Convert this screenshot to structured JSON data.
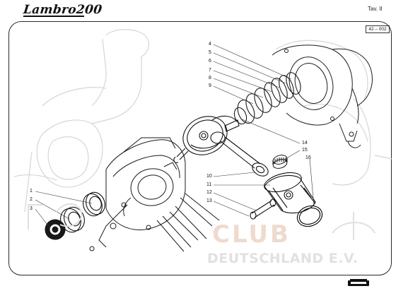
{
  "header": {
    "brand": "Lambro200",
    "plate": "Tav. II",
    "code": "42 – 002"
  },
  "callouts": [
    "1",
    "2",
    "3",
    "4",
    "5",
    "6",
    "7",
    "8",
    "9",
    "10",
    "11",
    "12",
    "13",
    "14",
    "15",
    "16"
  ],
  "watermark": {
    "line1": "CLUB",
    "line2": "DEUTSCHLAND E.V."
  },
  "colors": {
    "ink": "#111111",
    "watermark_club": "#cd9673",
    "watermark_gray": "#c8c8c8"
  }
}
